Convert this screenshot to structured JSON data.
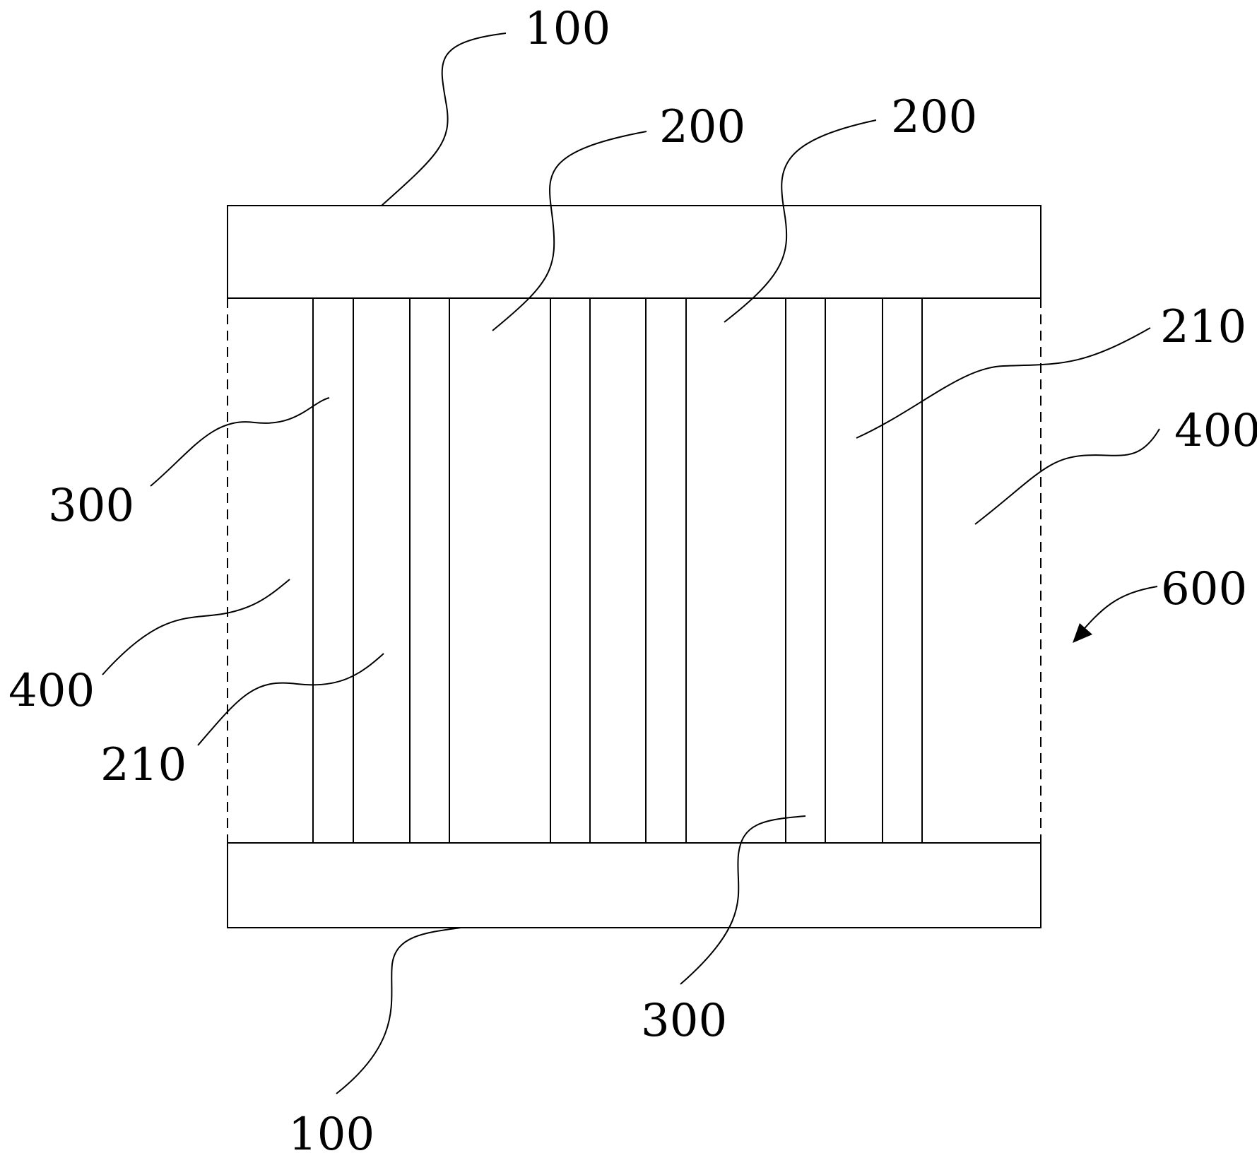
{
  "figure": {
    "labels": {
      "top_plate": "100",
      "bottom_plate": "100",
      "region_left_200": "200",
      "region_right_200": "200",
      "region_right_210": "210",
      "region_left_210": "210",
      "strip_left_300": "300",
      "strip_bottom_300": "300",
      "side_left_400": "400",
      "side_right_400": "400",
      "assembly_600": "600"
    }
  }
}
